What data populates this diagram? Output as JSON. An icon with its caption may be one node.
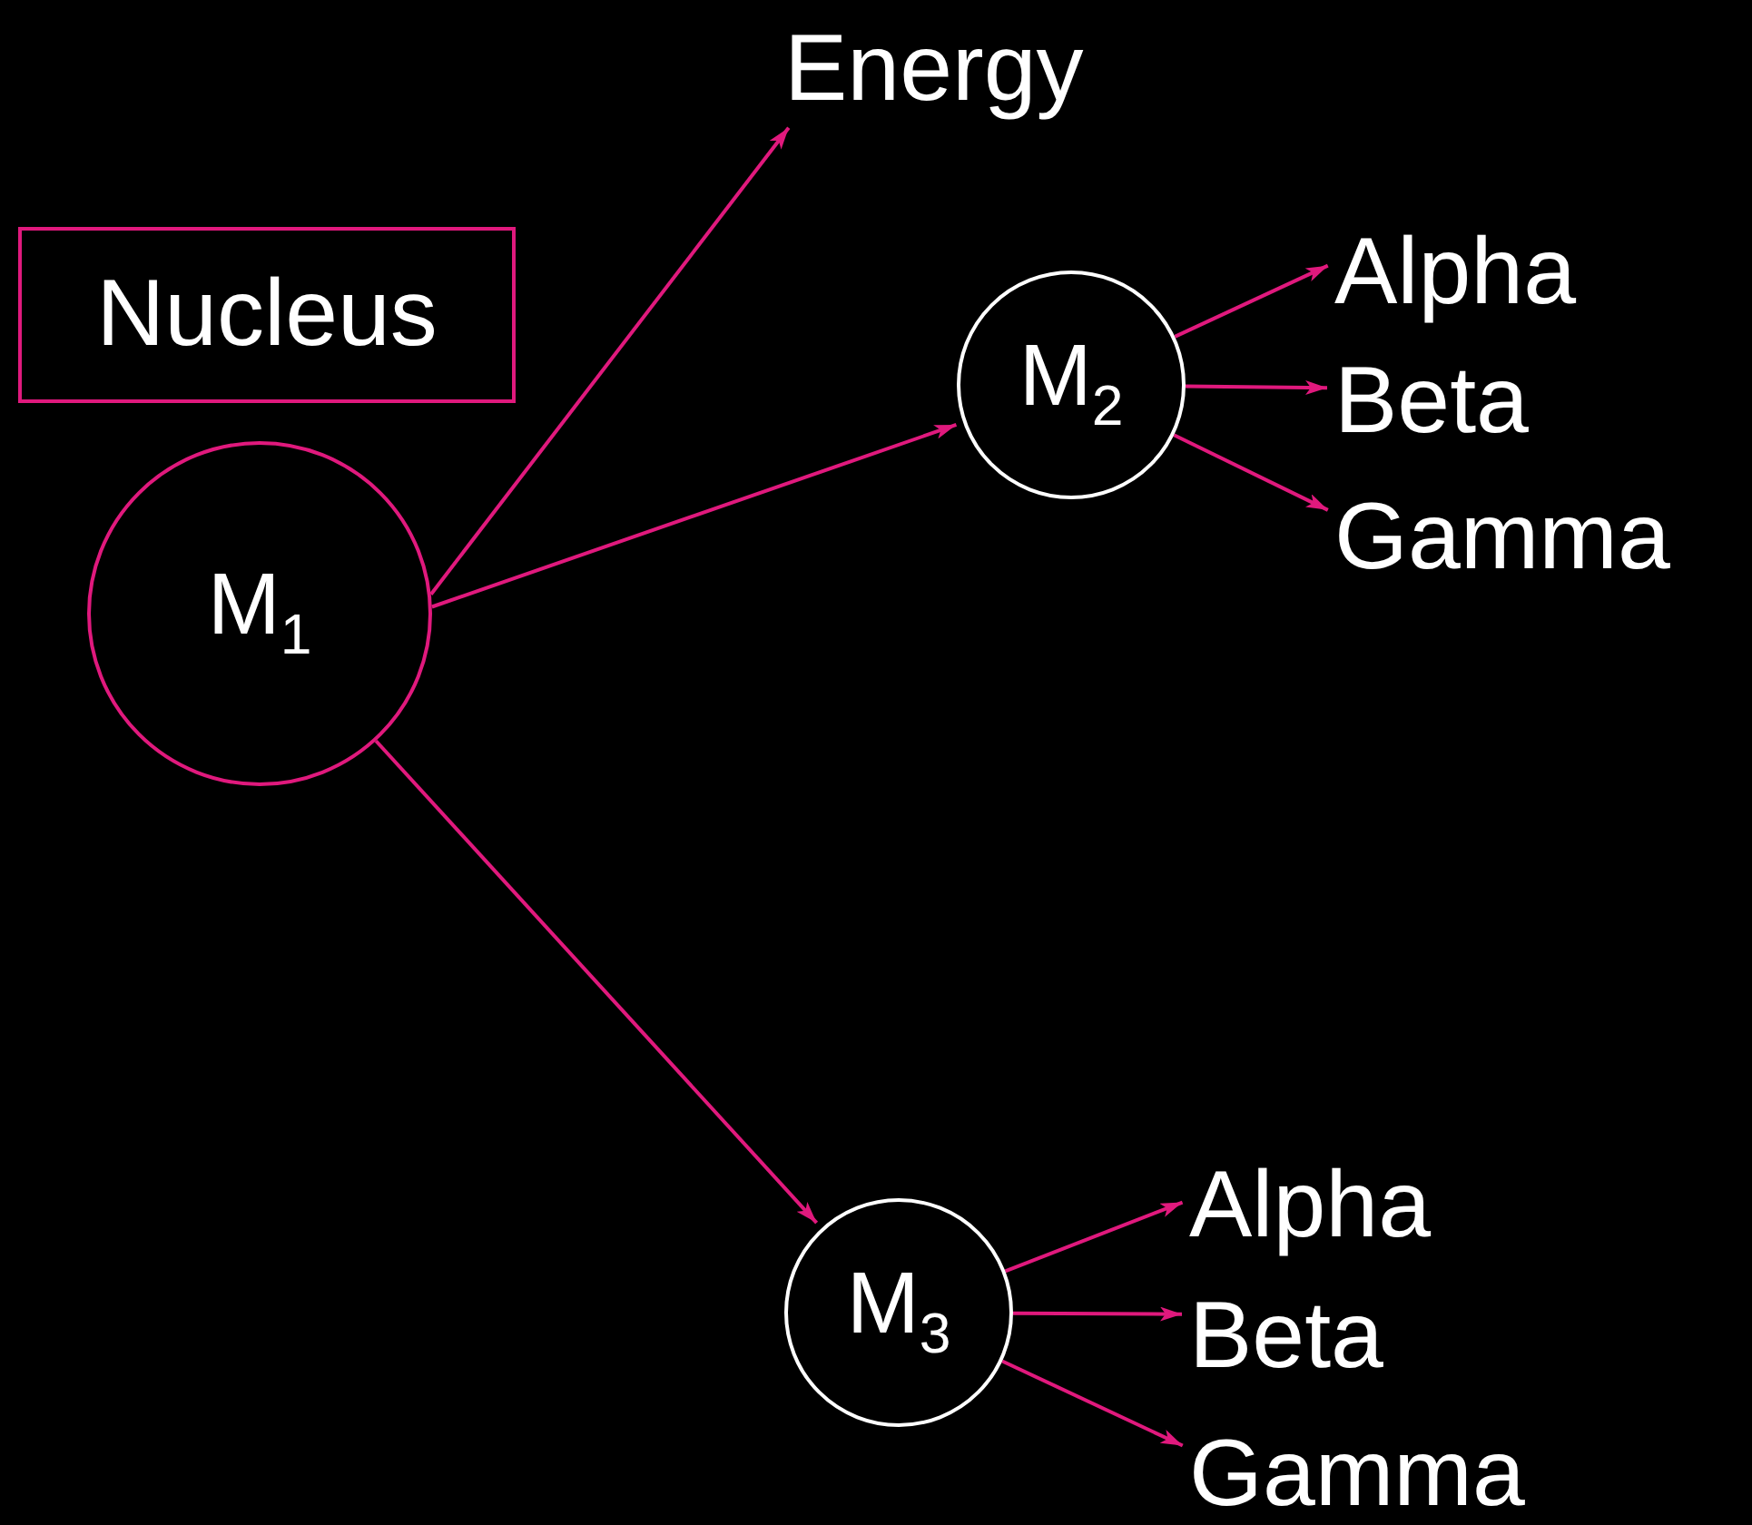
{
  "diagram": {
    "nodes": [
      {
        "text": [
          "Nucleus"
        ]
      },
      {
        "text": [
          "M$_{1}$"
        ]
      },
      {
        "text": [
          "Energy"
        ]
      },
      {
        "text": [
          "M$_{2}$"
        ]
      },
      {
        "text": [
          "Alpha"
        ]
      },
      {
        "text": [
          "Beta"
        ]
      },
      {
        "text": [
          "Gamma"
        ]
      },
      {
        "text": [
          "M$_{3}$"
        ]
      },
      {
        "text": [
          "Alpha"
        ]
      },
      {
        "text": [
          "Beta"
        ]
      },
      {
        "text": [
          "Gamma"
        ]
      }
    ],
    "edges": [
      {
        "from": 1,
        "to": 2,
        "arrow": "to"
      },
      {
        "from": 1,
        "to": 3,
        "arrow": "to"
      },
      {
        "from": 1,
        "to": 7,
        "arrow": "to"
      },
      {
        "from": 3,
        "to": 4,
        "arrow": "to"
      },
      {
        "from": 3,
        "to": 5,
        "arrow": "to"
      },
      {
        "from": 3,
        "to": 6,
        "arrow": "to"
      },
      {
        "from": 7,
        "to": 8,
        "arrow": "to"
      },
      {
        "from": 7,
        "to": 9,
        "arrow": "to"
      },
      {
        "from": 7,
        "to": 10,
        "arrow": "to"
      }
    ]
  }
}
